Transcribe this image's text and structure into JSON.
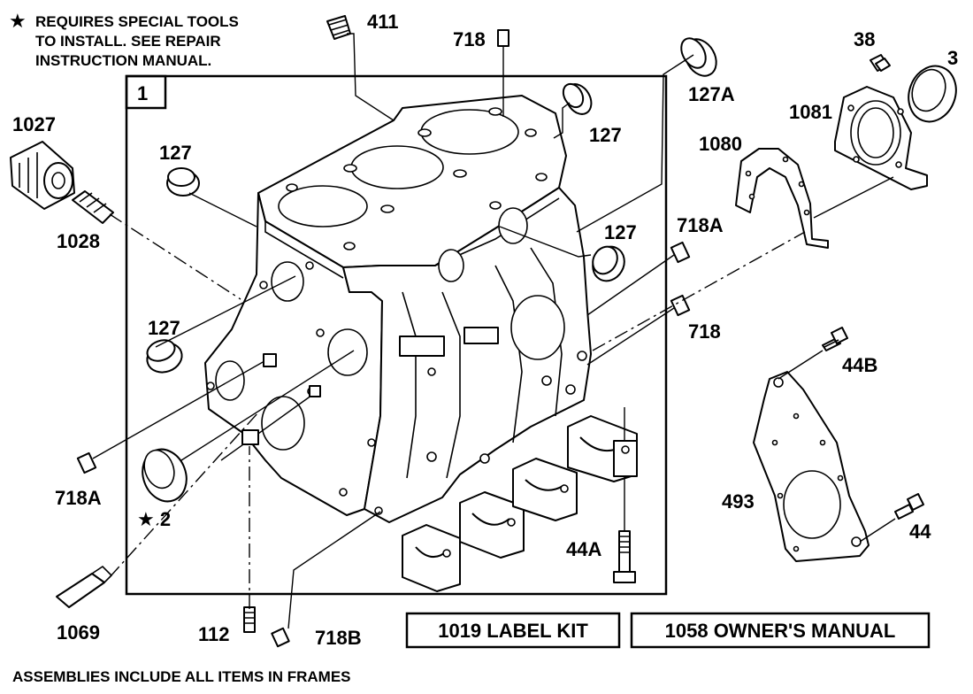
{
  "notes": {
    "requires_tools_line1": "REQUIRES SPECIAL TOOLS",
    "requires_tools_line2": "TO INSTALL.  SEE REPAIR",
    "requires_tools_line3": "INSTRUCTION MANUAL.",
    "star_symbol": "★",
    "assemblies_note": "ASSEMBLIES INCLUDE ALL ITEMS IN FRAMES"
  },
  "frame_label": "1",
  "parts": {
    "p411": "411",
    "p718_top": "718",
    "p38": "38",
    "p3": "3",
    "p127A": "127A",
    "p127_top_right": "127",
    "p1081": "1081",
    "p1027": "1027",
    "p127_left_top": "127",
    "p1080": "1080",
    "p1028": "1028",
    "p127_mid_right": "127",
    "p718A_right": "718A",
    "p127_left_mid": "127",
    "p718_right": "718",
    "p44B": "44B",
    "p718A_left": "718A",
    "p2": "★ 2",
    "p493": "493",
    "p44A": "44A",
    "p44": "44",
    "p1069": "1069",
    "p112": "112",
    "p718B": "718B"
  },
  "kits": {
    "label_kit": "1019 LABEL KIT",
    "owners_manual": "1058 OWNER'S MANUAL"
  }
}
